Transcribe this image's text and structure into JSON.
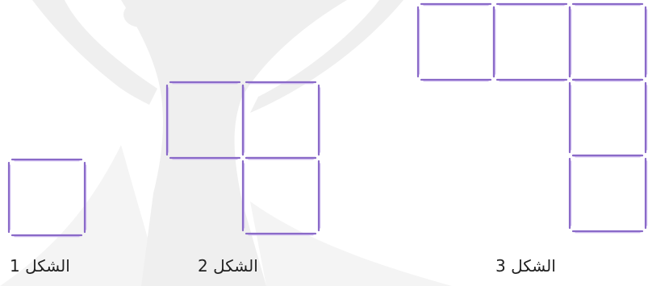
{
  "colors": {
    "stick": "#8a6ac8",
    "stick_highlight": "#cbb8ee",
    "watermark": "#efefef"
  },
  "watermark_icon": "person-arms-raised-silhouette",
  "figures": [
    {
      "label": "الشكل 1",
      "squares": 1
    },
    {
      "label": "الشكل 2",
      "squares": 3
    },
    {
      "label": "الشكل 3",
      "squares": 5
    }
  ]
}
